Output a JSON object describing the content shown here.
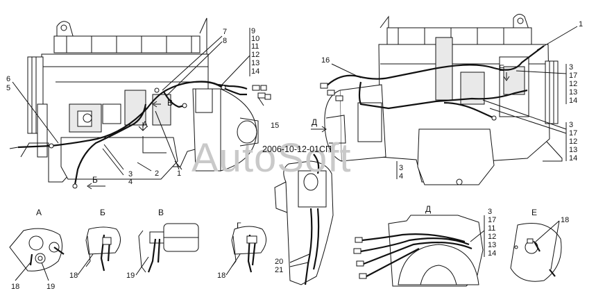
{
  "watermark": "AutoSoft",
  "document_code": "2006-10-12-01СП",
  "view_markers": {
    "a": "А",
    "b": "Б",
    "v": "В",
    "g": "Г",
    "d": "Д",
    "e": "Е"
  },
  "left_view_callouts": {
    "c6": "6",
    "c5": "5",
    "c7": "7",
    "c8": "8",
    "c9": "9",
    "c10": "10",
    "c11": "11",
    "c12": "12",
    "c13": "13",
    "c14": "14",
    "c15": "15",
    "c3": "3",
    "c4": "4",
    "c2": "2",
    "c1": "1"
  },
  "right_view_callouts": {
    "c16": "16",
    "c1": "1",
    "top_group": [
      "3",
      "17",
      "12",
      "13",
      "14"
    ],
    "mid_group": [
      "3",
      "17",
      "12",
      "13",
      "14"
    ],
    "c3": "3",
    "c4": "4"
  },
  "bottom_callouts": {
    "a_18": "18",
    "a_19": "19",
    "b_18": "18",
    "v_19": "19",
    "g_18": "18",
    "c20": "20",
    "c21": "21",
    "d_group": [
      "3",
      "17",
      "11",
      "12",
      "13",
      "14"
    ],
    "e_18": "18"
  }
}
